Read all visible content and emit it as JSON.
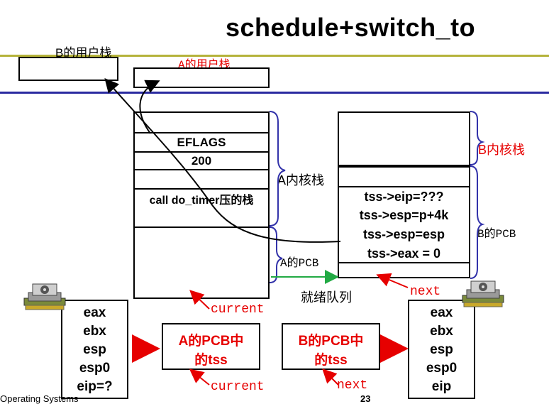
{
  "title": "schedule+switch_to",
  "labels": {
    "b_user_stack": "B的用户栈",
    "a_user_stack": "A的用户栈",
    "a_kernel_stack": "A内核栈",
    "a_pcb": "A的PCB",
    "b_kernel_stack": "B内核栈",
    "b_pcb": "B的PCB",
    "ready_queue": "就绪队列",
    "current_1": "current",
    "current_2": "current",
    "next_1": "next",
    "next_2": "next"
  },
  "a_stack_cells": [
    "EFLAGS",
    "200",
    "",
    "call do_timer压的栈",
    ""
  ],
  "b_pcb_lines": [
    "tss->eip=???",
    "tss->esp=p+4k",
    "tss->esp=esp",
    "tss->eax = 0"
  ],
  "cpu_left_regs": [
    "eax",
    "ebx",
    "esp",
    "esp0",
    "eip=?"
  ],
  "cpu_right_regs": [
    "eax",
    "ebx",
    "esp",
    "esp0",
    "eip"
  ],
  "tss_a": [
    "A的PCB中",
    "的tss"
  ],
  "tss_b": [
    "B的PCB中",
    "的tss"
  ],
  "footer_left": "Operating Systems",
  "footer_page": "23",
  "colors": {
    "red": "#e60000",
    "blue_line": "#2a2aa0",
    "olive_line": "#b5b33a",
    "brace_blue": "#3333aa",
    "green": "#22aa44"
  }
}
